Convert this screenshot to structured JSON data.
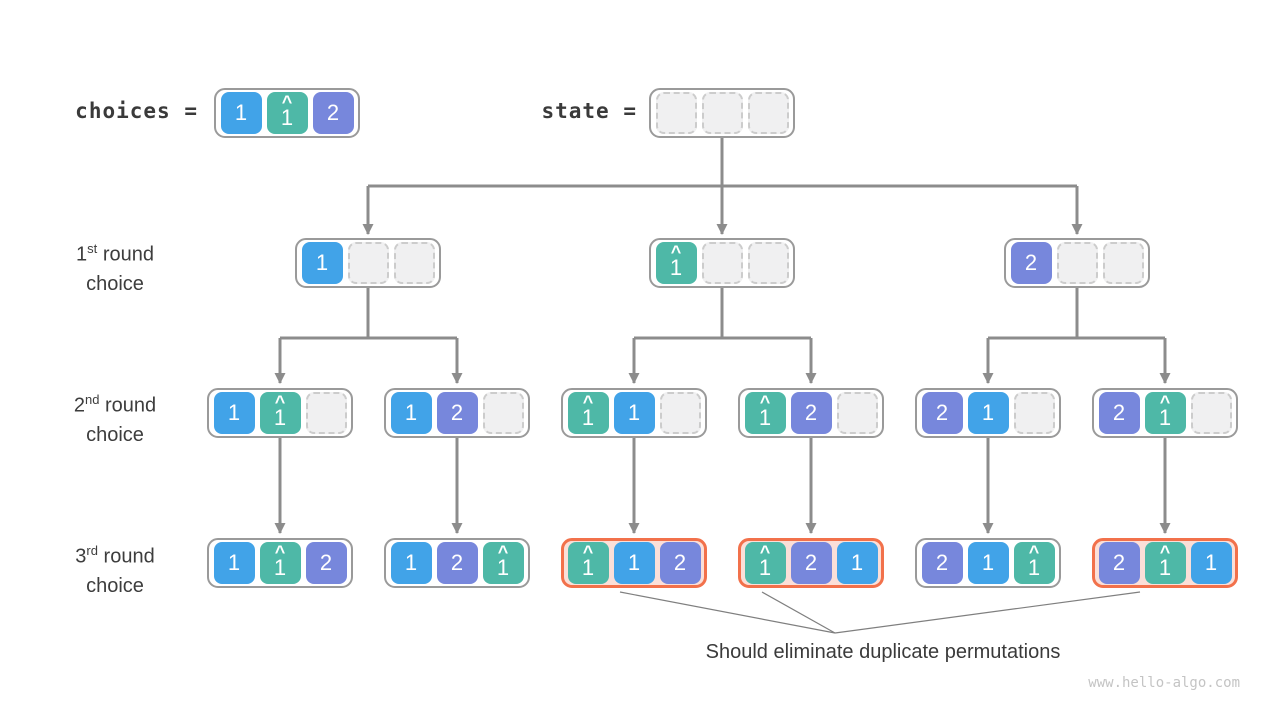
{
  "palette": {
    "blue": "#41a3e8",
    "teal": "#4eb8a7",
    "purple": "#7787dc",
    "duplicate_border": "#f2714b",
    "duplicate_fill": "#fbdfd8",
    "connector": "#8c8c8c"
  },
  "glyphs": {
    "one": "1",
    "two": "2",
    "hat_base": "1",
    "hat_accent": "^"
  },
  "header": {
    "choices_label": "choices",
    "choices_equals": "=",
    "state_label": "state",
    "state_equals": "=",
    "choices_cells": [
      "1",
      "1h",
      "2"
    ],
    "state_cells": [
      "",
      "",
      ""
    ]
  },
  "row_labels": [
    {
      "num": "1",
      "suffix": "st",
      "tail": "round",
      "line2": "choice"
    },
    {
      "num": "2",
      "suffix": "nd",
      "tail": "round",
      "line2": "choice"
    },
    {
      "num": "3",
      "suffix": "rd",
      "tail": "round",
      "line2": "choice"
    }
  ],
  "tree": {
    "level1": [
      {
        "cells": [
          "1",
          "",
          ""
        ],
        "duplicate": false
      },
      {
        "cells": [
          "1h",
          "",
          ""
        ],
        "duplicate": false
      },
      {
        "cells": [
          "2",
          "",
          ""
        ],
        "duplicate": false
      }
    ],
    "level2": [
      {
        "cells": [
          "1",
          "1h",
          ""
        ],
        "duplicate": false
      },
      {
        "cells": [
          "1",
          "2",
          ""
        ],
        "duplicate": false
      },
      {
        "cells": [
          "1h",
          "1",
          ""
        ],
        "duplicate": false
      },
      {
        "cells": [
          "1h",
          "2",
          ""
        ],
        "duplicate": false
      },
      {
        "cells": [
          "2",
          "1",
          ""
        ],
        "duplicate": false
      },
      {
        "cells": [
          "2",
          "1h",
          ""
        ],
        "duplicate": false
      }
    ],
    "level3": [
      {
        "cells": [
          "1",
          "1h",
          "2"
        ],
        "duplicate": false
      },
      {
        "cells": [
          "1",
          "2",
          "1h"
        ],
        "duplicate": false
      },
      {
        "cells": [
          "1h",
          "1",
          "2"
        ],
        "duplicate": true
      },
      {
        "cells": [
          "1h",
          "2",
          "1"
        ],
        "duplicate": true
      },
      {
        "cells": [
          "2",
          "1",
          "1h"
        ],
        "duplicate": false
      },
      {
        "cells": [
          "2",
          "1h",
          "1"
        ],
        "duplicate": true
      }
    ]
  },
  "annotation": "Should eliminate duplicate permutations",
  "watermark": "www.hello-algo.com"
}
